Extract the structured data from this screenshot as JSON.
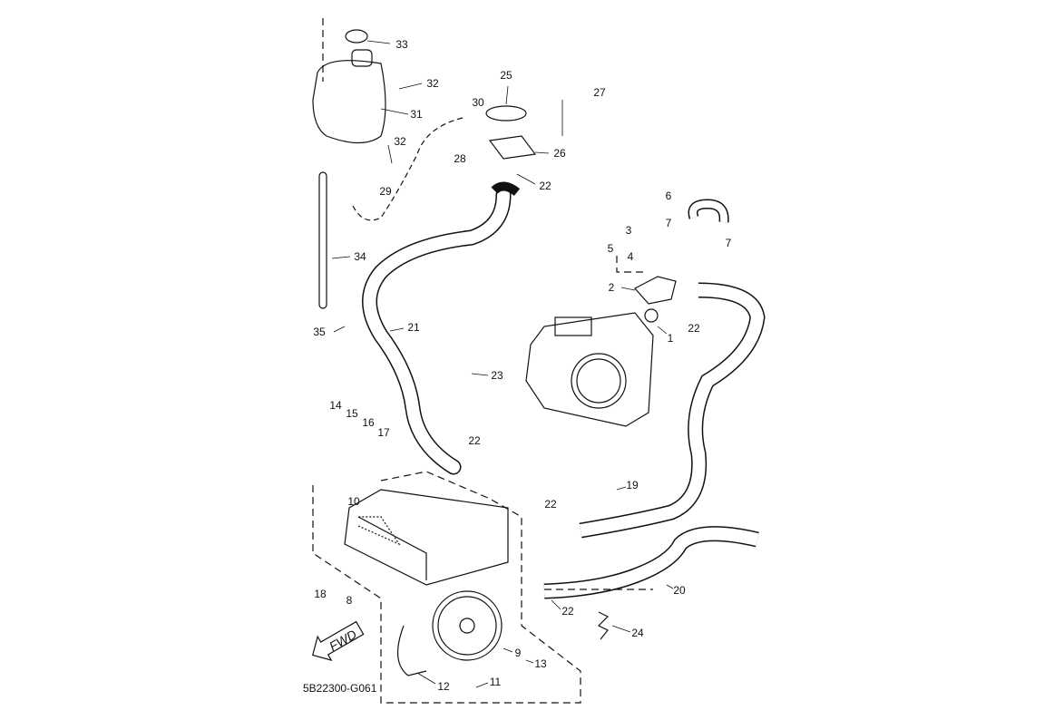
{
  "diagram": {
    "code": "5B22300-G061",
    "direction_label": "FWD",
    "callouts": [
      "33",
      "32",
      "31",
      "32",
      "28",
      "30",
      "25",
      "27",
      "26",
      "22",
      "29",
      "6",
      "7",
      "7",
      "3",
      "5",
      "4",
      "2",
      "22",
      "1",
      "34",
      "35",
      "21",
      "23",
      "14",
      "15",
      "16",
      "17",
      "22",
      "10",
      "22",
      "19",
      "18",
      "8",
      "20",
      "22",
      "24",
      "9",
      "13",
      "12",
      "11"
    ]
  }
}
